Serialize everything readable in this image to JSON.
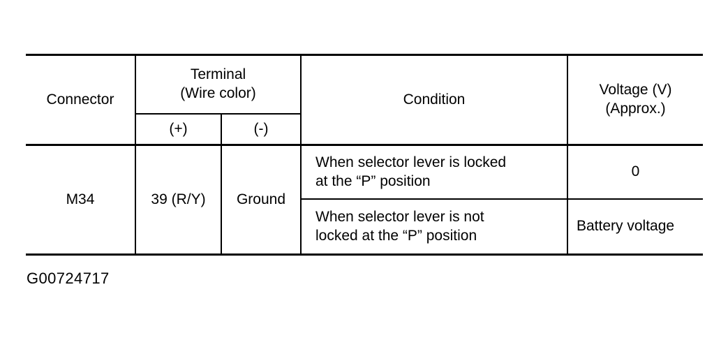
{
  "document": {
    "caption": "G00724717"
  },
  "table": {
    "headers": {
      "connector": "Connector",
      "terminal_line1": "Terminal",
      "terminal_line2": "(Wire color)",
      "terminal_positive": "(+)",
      "terminal_negative": "(-)",
      "condition": "Condition",
      "voltage_line1": "Voltage (V)",
      "voltage_line2": "(Approx.)"
    },
    "rows": [
      {
        "connector": "M34",
        "terminal_positive": "39 (R/Y)",
        "terminal_negative": "Ground",
        "conditions": [
          {
            "condition_line1": "When selector lever is locked",
            "condition_line2": "at the “P” position",
            "voltage": "0"
          },
          {
            "condition_line1": "When selector lever is not",
            "condition_line2": "locked at the “P” position",
            "voltage": "Battery voltage"
          }
        ]
      }
    ]
  },
  "colors": {
    "ink": "#000000",
    "page": "#ffffff"
  }
}
